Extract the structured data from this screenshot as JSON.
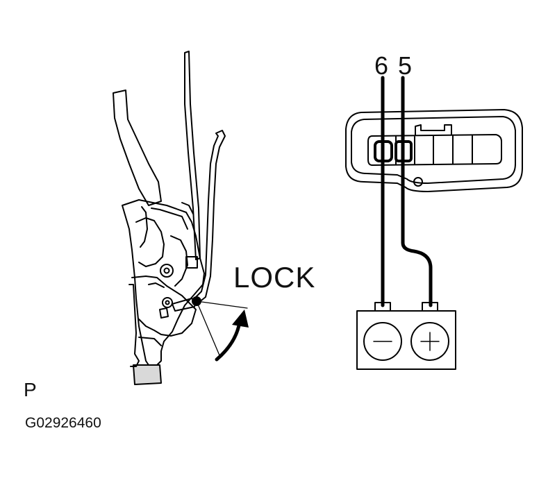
{
  "labels": {
    "lock": "LOCK",
    "pin_6": "6",
    "pin_5": "5",
    "view": "P",
    "figure_code": "G02926460"
  },
  "battery": {
    "negative_symbol": "−",
    "positive_symbol": "+"
  },
  "icons": {
    "rotation_arrow": "curved-arrow-icon",
    "battery": "battery-icon",
    "connector": "connector-icon"
  }
}
